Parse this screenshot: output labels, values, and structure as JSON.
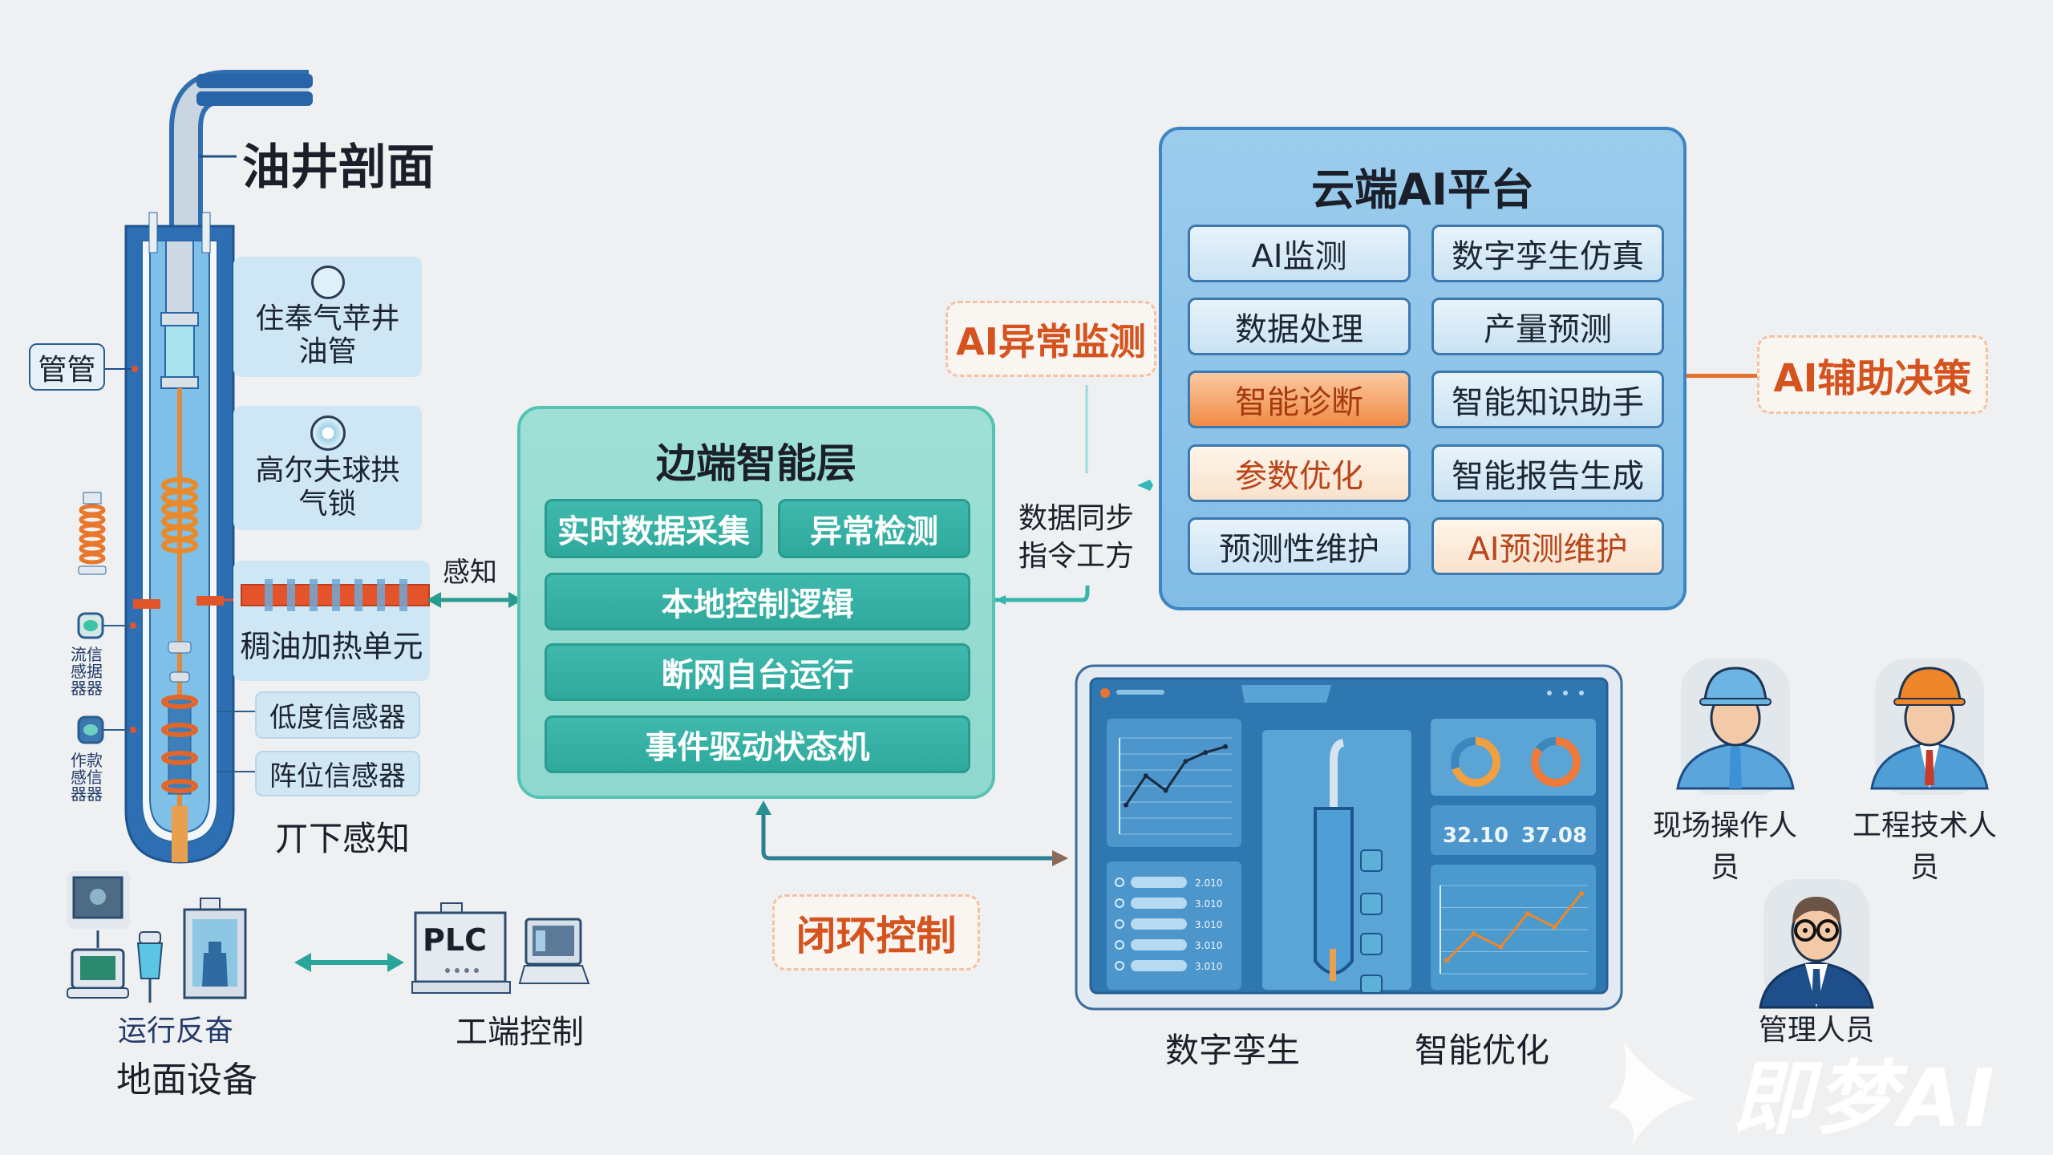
{
  "well": {
    "title": "油井剖面",
    "casing_label": "管管",
    "callouts": [
      {
        "line1": "住奉气苹井",
        "line2": "油管",
        "icon": "circle-icon"
      },
      {
        "line1": "高尔夫球拱",
        "line2": "气锁",
        "icon": "golf-ball-icon"
      },
      {
        "line1": "稠油加热单元",
        "icon": "heater-icon"
      }
    ],
    "sensors": [
      "低度信感器",
      "阵位信感器"
    ],
    "left_sensor_labels": [
      "流信感据器器",
      "作款感信器器"
    ],
    "downhole_label": "丌下感知",
    "sense_label": "感知"
  },
  "ground": {
    "caption": "运行反奋",
    "title": "地面设备",
    "plc_text": "PLC",
    "control_label": "工端控制"
  },
  "edge": {
    "title": "边端智能层",
    "items": [
      "实时数据采集",
      "异常检测",
      "本地控制逻辑",
      "断网自台运行",
      "事件驱动状态机"
    ]
  },
  "sync": {
    "line1": "数据同步",
    "line2": "指令工方"
  },
  "ai_anomaly": "AI异常监测",
  "cloud": {
    "title": "云端AI平台",
    "items": [
      {
        "label": "AI监测",
        "style": "normal"
      },
      {
        "label": "数字孪生仿真",
        "style": "normal"
      },
      {
        "label": "数据处理",
        "style": "normal"
      },
      {
        "label": "产量预测",
        "style": "normal"
      },
      {
        "label": "智能诊断",
        "style": "hot"
      },
      {
        "label": "智能知识助手",
        "style": "normal"
      },
      {
        "label": "参数优化",
        "style": "warm"
      },
      {
        "label": "智能报告生成",
        "style": "normal"
      },
      {
        "label": "预测性维护",
        "style": "normal"
      },
      {
        "label": "AI预测维护",
        "style": "warm"
      }
    ]
  },
  "ai_decision": "AI辅助决策",
  "closed_loop": "闭环控制",
  "dashboard": {
    "kpis": [
      "32.10",
      "37.08"
    ],
    "table_values": [
      "2.010",
      "3.010",
      "3.010",
      "3.010",
      "3.010"
    ],
    "left_chart_values": [
      2,
      4,
      3,
      5,
      5.6,
      6
    ],
    "right_chart_values": [
      1,
      3,
      2,
      4.5,
      3.5,
      6
    ],
    "donut_fractions": [
      0.7,
      0.85
    ],
    "labels": [
      "数字孪生",
      "智能优化"
    ]
  },
  "people": [
    {
      "label": "现场操作人员",
      "helmet": "#5aa6dc"
    },
    {
      "label": "工程技术人员",
      "helmet": "#f0862a"
    },
    {
      "label": "管理人员"
    }
  ],
  "watermark": "即梦AI",
  "colors": {
    "teal": "#2ea99c",
    "cloud": "#82bde6",
    "orange": "#d5531e",
    "navy": "#1e5fa0"
  }
}
